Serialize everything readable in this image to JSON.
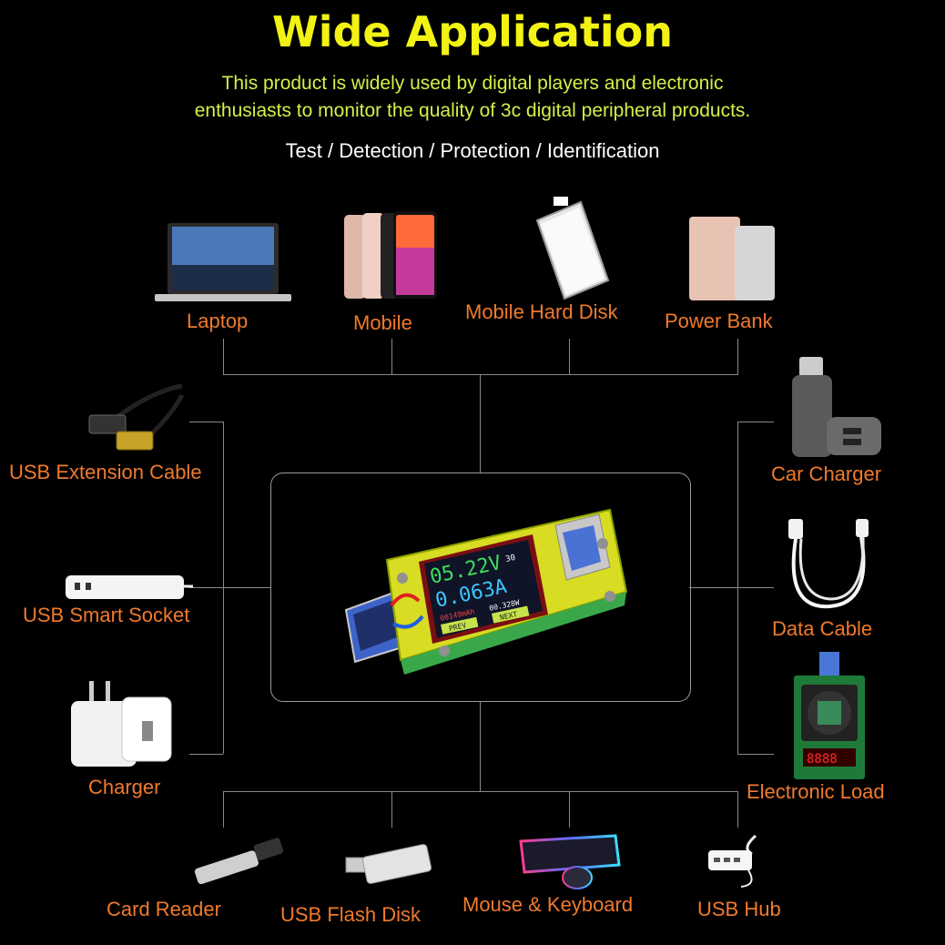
{
  "header": {
    "title": "Wide Application",
    "line1": "This product is widely used by digital players and electronic",
    "line2": "enthusiasts to monitor the quality of 3c digital peripheral products.",
    "tests": "Test / Detection / Protection / Identification"
  },
  "devices": {
    "laptop": "Laptop",
    "mobile": "Mobile",
    "hard_disk": "Mobile Hard Disk",
    "power_bank": "Power Bank",
    "usb_ext": "USB Extension Cable",
    "smart_socket": "USB Smart Socket",
    "charger": "Charger",
    "car_charger": "Car Charger",
    "data_cable": "Data Cable",
    "e_load": "Electronic Load",
    "card_reader": "Card Reader",
    "flash_disk": "USB Flash Disk",
    "mouse_kb": "Mouse & Keyboard",
    "usb_hub": "USB Hub"
  },
  "meter": {
    "voltage": "05.22V",
    "current": "0.063A",
    "capacity": "00149mAh",
    "power": "00.328W",
    "temp": "30",
    "prev": "PREV",
    "next": "NEXT"
  },
  "colors": {
    "title": "#f2f215",
    "subtitle": "#d4f04a",
    "label": "#f07a2c",
    "meter_body": "#d8dc22"
  }
}
